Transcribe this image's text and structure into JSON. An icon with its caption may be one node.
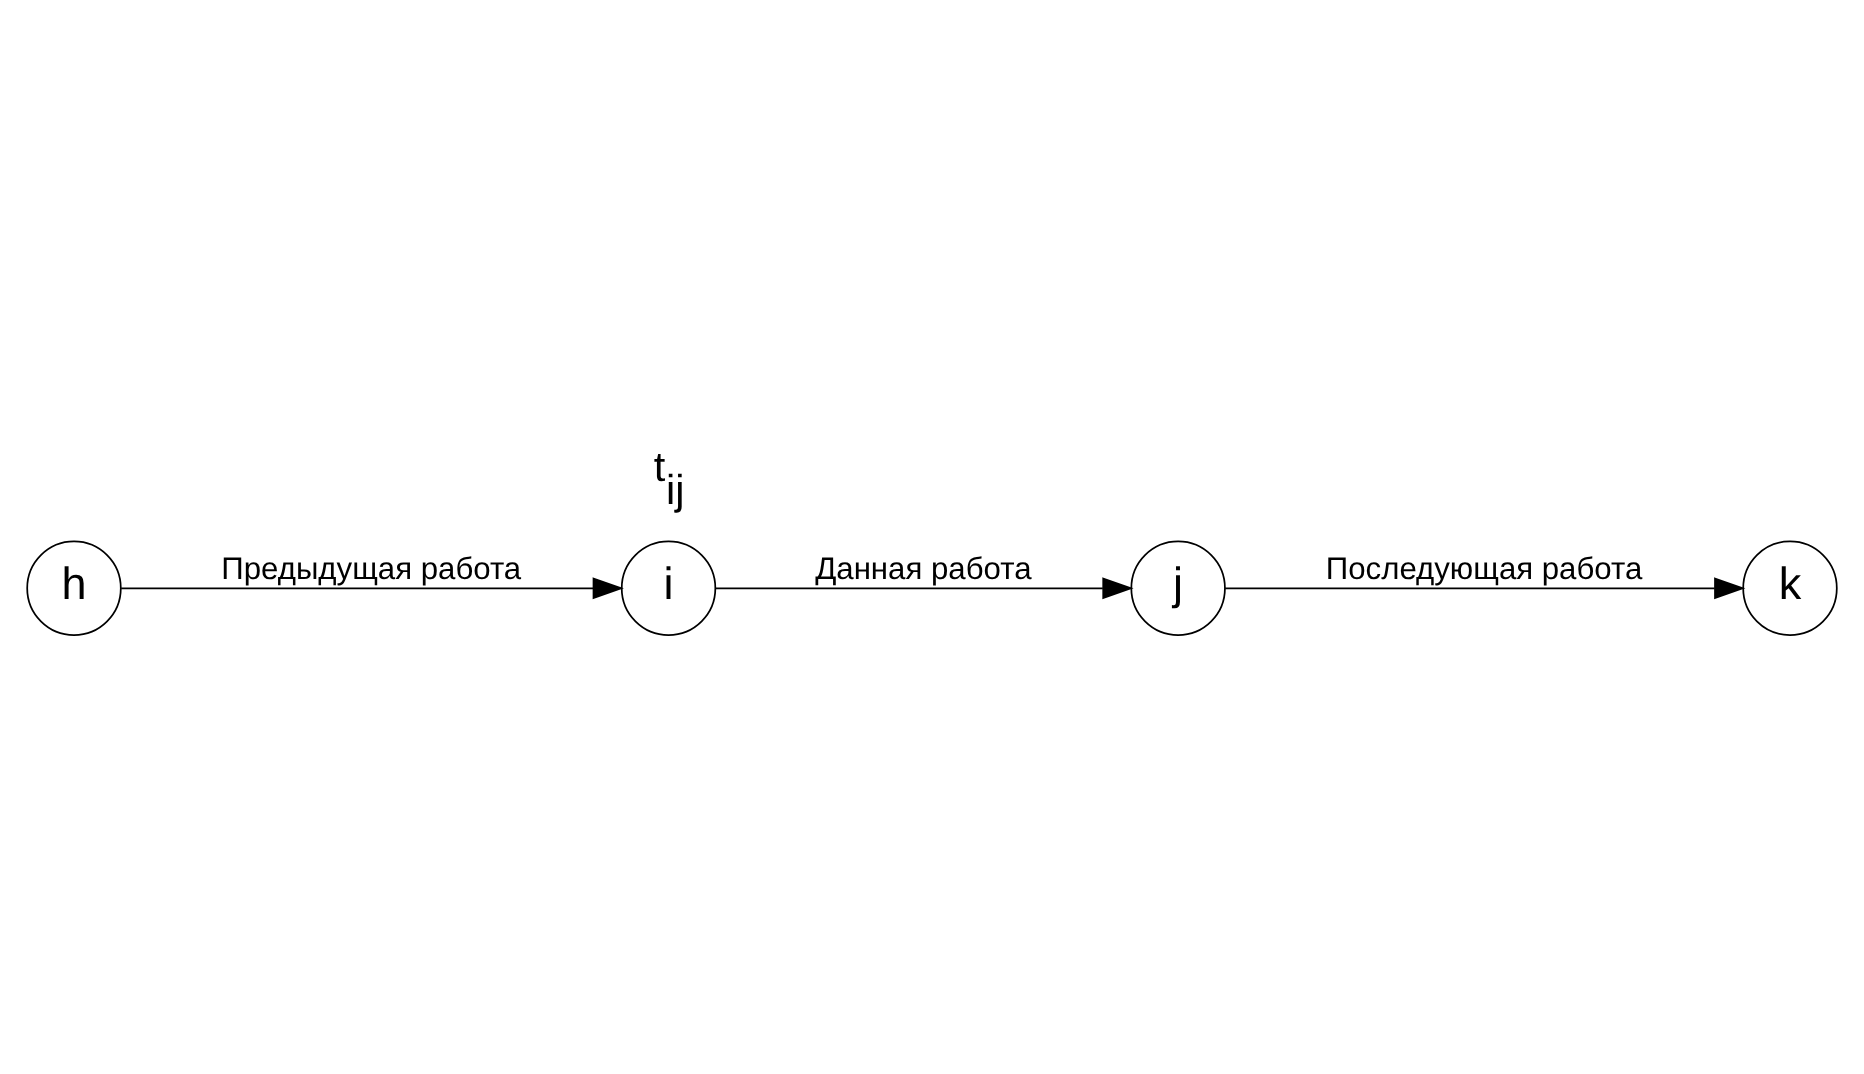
{
  "diagram": {
    "nodes": [
      {
        "text": [
          "h"
        ]
      },
      {
        "text": [
          "i"
        ]
      },
      {
        "text": [
          "j"
        ]
      },
      {
        "text": [
          "k"
        ]
      }
    ],
    "edges": [
      {
        "from": 0,
        "to": 1,
        "arrow": "to",
        "label": "Предыдущая работа"
      },
      {
        "from": 1,
        "to": 2,
        "arrow": "to",
        "label": "Данная работа"
      },
      {
        "from": 2,
        "to": 3,
        "arrow": "to",
        "label": "Последующая работа"
      }
    ],
    "labels": [
      "t$_{ij}$"
    ]
  }
}
